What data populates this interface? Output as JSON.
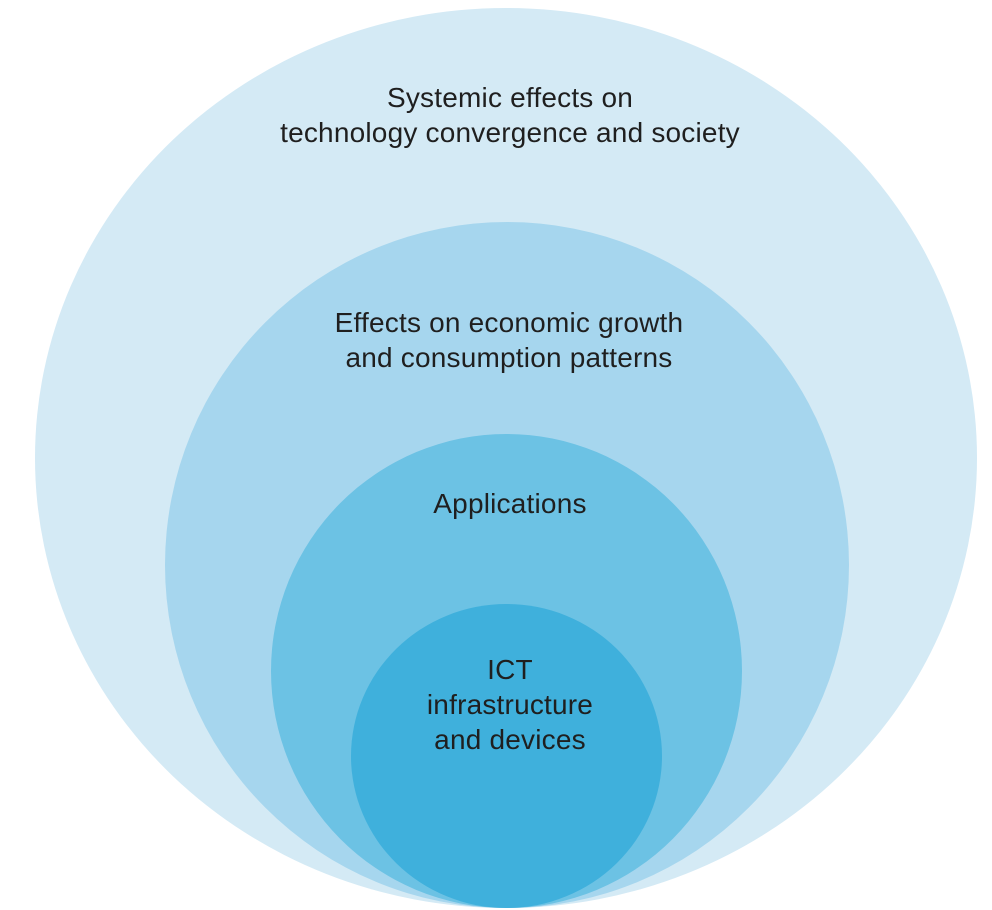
{
  "diagram": {
    "type": "nested-circles",
    "layers": [
      {
        "label": "Systemic effects on\ntechnology convergence and society",
        "color": "#d4eaf5"
      },
      {
        "label": "Effects on economic growth\nand consumption patterns",
        "color": "#a6d6ee"
      },
      {
        "label": "Applications",
        "color": "#6cc2e4"
      },
      {
        "label": "ICT\ninfrastructure\nand devices",
        "color": "#3fb0dc"
      }
    ]
  }
}
